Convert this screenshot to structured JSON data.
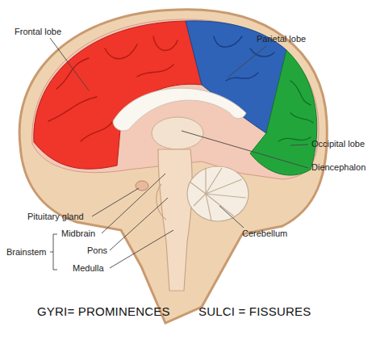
{
  "diagram": {
    "labels": [
      "Frontal lobe",
      "Parietal lobe",
      "Occipital lobe",
      "Diencephalon",
      "Pituitary gland",
      "Midbrain",
      "Pons",
      "Medulla",
      "Brainstem",
      "Cerebellum",
      "GYRI= PROMINENCES",
      "SULCI = FISSURES"
    ]
  }
}
